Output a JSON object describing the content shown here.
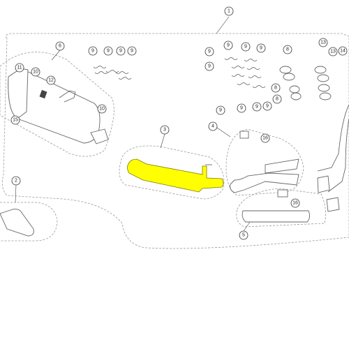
{
  "diagram": {
    "highlight_color": "#FFFF00",
    "line_color": "#555555",
    "callouts": {
      "c1": "1",
      "c2": "2",
      "c3": "3",
      "c4": "4",
      "c5": "5",
      "c6": "6",
      "c8a": "8",
      "c8b": "8",
      "c8c": "8",
      "c9a": "9",
      "c9b": "9",
      "c9c": "9",
      "c9d": "9",
      "c9e": "9",
      "c9f": "9",
      "c9g": "9",
      "c9h": "9",
      "c9i": "9",
      "c9j": "9",
      "c9k": "9",
      "c9l": "9",
      "c9m": "9",
      "c10a": "10",
      "c10b": "10",
      "c11": "11",
      "c12": "12",
      "c13a": "13",
      "c13b": "13",
      "c14": "14",
      "c15": "15",
      "c16a": "16",
      "c16b": "16"
    }
  }
}
